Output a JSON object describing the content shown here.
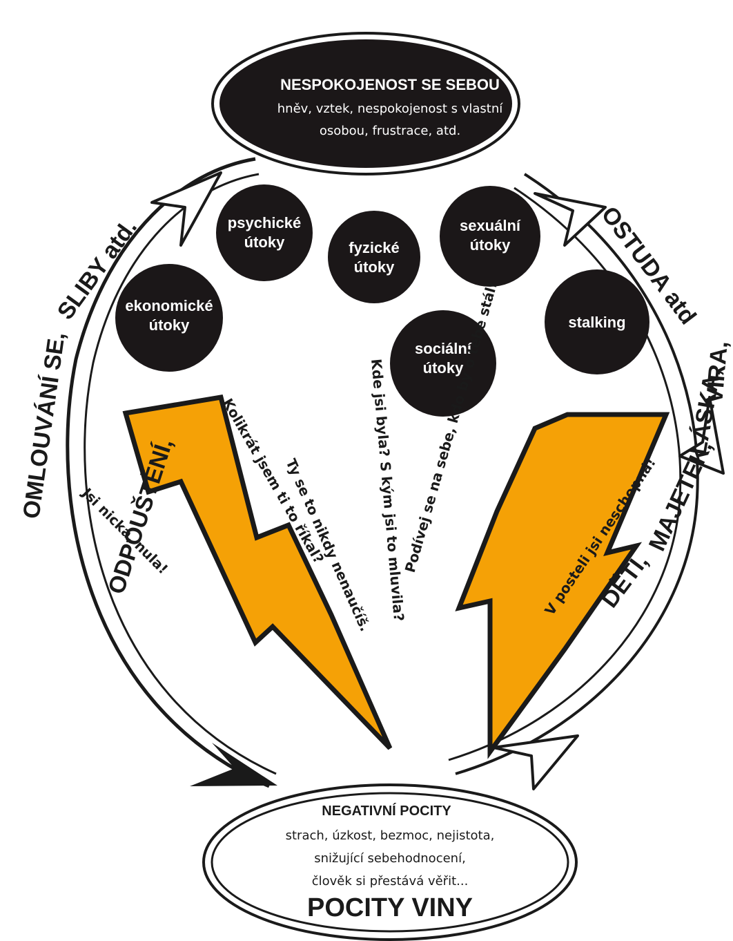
{
  "top_node": {
    "title": "NESPOKOJENOST SE SEBOU",
    "line1": "hněv, vztek, nespokojenost s vlastní",
    "line2": "osobou, frustrace, atd."
  },
  "bottom_node": {
    "title": "NEGATIVNÍ POCITY",
    "line1": "strach, úzkost, bezmoc, nejistota,",
    "line2": "snižující sebehodnocení,",
    "line3": "člověk si přestává věřit...",
    "emphasis": "POCITY VINY"
  },
  "attacks": [
    {
      "line1": "ekonomické",
      "line2": "útoky"
    },
    {
      "line1": "psychické",
      "line2": "útoky"
    },
    {
      "line1": "fyzické",
      "line2": "útoky"
    },
    {
      "line1": "sexuální",
      "line2": "útoky"
    },
    {
      "line1": "stalking",
      "line2": ""
    },
    {
      "line1": "sociální",
      "line2": "útoky"
    }
  ],
  "left_arc_text": {
    "seg1": "ODPOUŠTĚNÍ,",
    "seg2": "OMLOUVÁNÍ SE,",
    "seg3": "SLIBY atd."
  },
  "right_arc_text": {
    "seg1": "DĚTI,",
    "seg2": "MAJETEK,",
    "seg3": "LÁSKA,",
    "seg4": "VÍRA,",
    "seg5": "OSTUDA atd"
  },
  "quotes": {
    "q1": "Jsi nicka, nula!",
    "q2": "Kolikrát jsem ti to říkal?",
    "q3": "Ty se to nikdy nenaučíš.",
    "q4": "Kde jsi byla? S kým jsi to mluvila?",
    "q5": "Podívej se na sebe, kdo by o tebe stál!",
    "q6": "V posteli jsi neschopná!"
  },
  "colors": {
    "lightning": "#F5A106",
    "node_dark": "#1b1718",
    "outline": "#1a1a1a",
    "background": "#ffffff"
  }
}
